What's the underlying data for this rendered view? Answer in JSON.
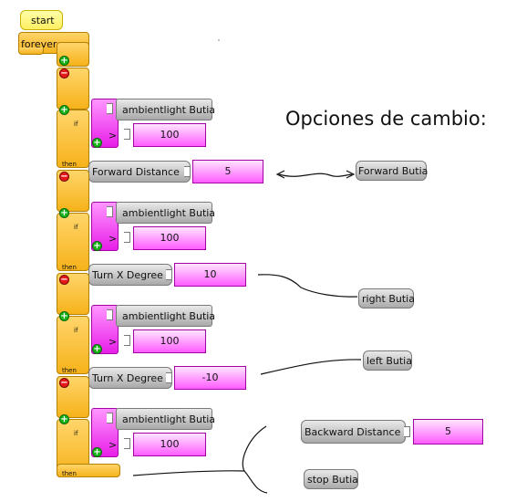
{
  "program": {
    "start_label": "start",
    "forever_label": "forever",
    "if_label": "if",
    "then_label": "then",
    "greater_than": ">",
    "plus_glyph": "+",
    "minus_glyph": "−",
    "conditions": [
      {
        "sensor": "ambientlight Butia",
        "threshold": "100"
      },
      {
        "sensor": "ambientlight Butia",
        "threshold": "100"
      },
      {
        "sensor": "ambientlight Butia",
        "threshold": "100"
      },
      {
        "sensor": "ambientlight Butia",
        "threshold": "100"
      }
    ],
    "actions": [
      {
        "label": "Forward Distance",
        "value": "5"
      },
      {
        "label": "Turn X Degree",
        "value": "10"
      },
      {
        "label": "Turn X Degree",
        "value": "-10"
      }
    ]
  },
  "options": {
    "heading": "Opciones de cambio:",
    "forward_butia": "Forward Butia",
    "right_butia": "right Butia",
    "left_butia": "left Butia",
    "backward_distance": {
      "label": "Backward Distance",
      "value": "5"
    },
    "stop_butia": "stop Butia"
  },
  "colors": {
    "flow_block": "#f6b21a",
    "start_block": "#ffef62",
    "action_block": "#a9a9a9",
    "number_block": "#e81ee8",
    "add_button": "#19b319",
    "remove_button": "#e61919"
  },
  "icons": {
    "add": "plus-circle-icon",
    "remove": "minus-circle-icon"
  }
}
